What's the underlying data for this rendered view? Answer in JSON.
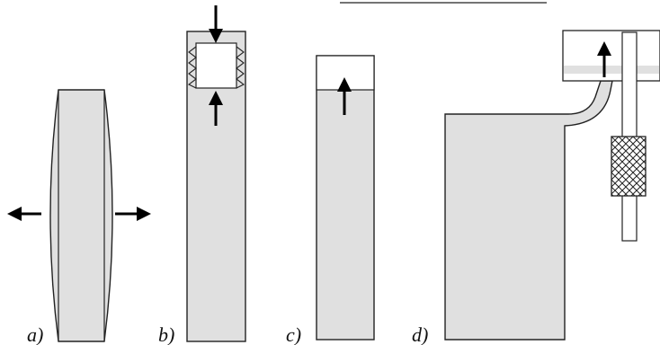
{
  "figure": {
    "panels": [
      {
        "id": "a",
        "label": "a)"
      },
      {
        "id": "b",
        "label": "b)"
      },
      {
        "id": "c",
        "label": "c)"
      },
      {
        "id": "d",
        "label": "d)"
      }
    ],
    "colors": {
      "fill": "#e0e0e0",
      "stroke": "#222222",
      "arrow": "#000000",
      "background": "#ffffff"
    },
    "icons": {
      "arrow": "arrow-icon",
      "spring": "spring-icon",
      "mesh": "crosshatch-mesh-icon"
    }
  }
}
